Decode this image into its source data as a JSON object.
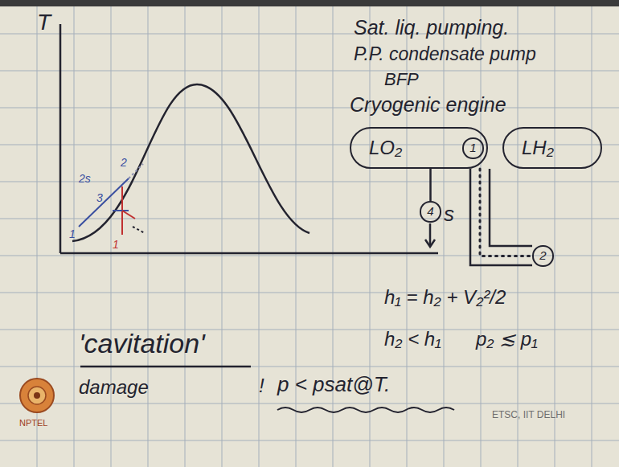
{
  "diagram": {
    "nodes": [
      {
        "text": [
          "LO₂"
        ]
      },
      {
        "text": [
          "1"
        ],
        "in": 0
      },
      {
        "text": [
          "LH₂"
        ]
      },
      {
        "text": [
          "4"
        ]
      },
      {
        "text": [
          "2"
        ]
      }
    ],
    "edges": [
      {
        "from": 0,
        "to": 3,
        "arrow": "none"
      },
      {
        "from": 0,
        "to": 4,
        "arrow": "none"
      }
    ],
    "labels": [
      "T",
      "s",
      "2s",
      "2",
      "3",
      "1",
      "1",
      "Sat. liq. pumping.",
      "P.P. condensate pump",
      "BFP",
      "Cryogenic engine",
      "h₁ = h₂ + V₂²/2",
      "h₂ < h₁",
      "p₂ ≲ p₁",
      "'cavitation'",
      "damage",
      "!",
      "p < psat@T.",
      "ETSC, IIT DELHI",
      "NPTEL"
    ]
  }
}
